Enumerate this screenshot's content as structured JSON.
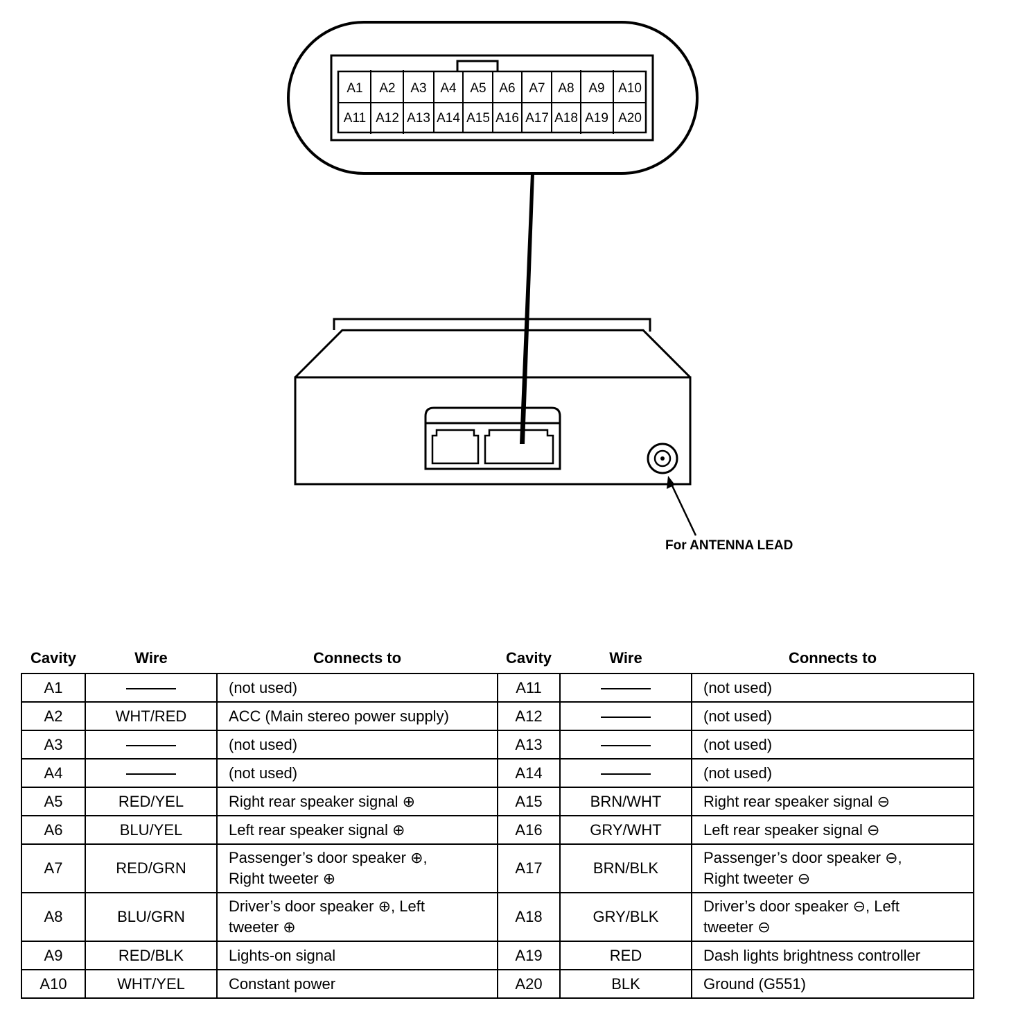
{
  "connector_pins": {
    "row1": [
      "A1",
      "A2",
      "A3",
      "A4",
      "A5",
      "A6",
      "A7",
      "A8",
      "A9",
      "A10"
    ],
    "row2": [
      "A11",
      "A12",
      "A13",
      "A14",
      "A15",
      "A16",
      "A17",
      "A18",
      "A19",
      "A20"
    ]
  },
  "antenna_label": "For ANTENNA LEAD",
  "table": {
    "headers": [
      "Cavity",
      "Wire",
      "Connects to",
      "Cavity",
      "Wire",
      "Connects to"
    ],
    "rows": [
      {
        "cav1": "A1",
        "wire1": "——",
        "conn1a": "(not used)",
        "conn1b": "",
        "cav2": "A11",
        "wire2": "——",
        "conn2a": "(not used)",
        "conn2b": ""
      },
      {
        "cav1": "A2",
        "wire1": "WHT/RED",
        "conn1a": "ACC (Main stereo power supply)",
        "conn1b": "",
        "cav2": "A12",
        "wire2": "——",
        "conn2a": "(not used)",
        "conn2b": ""
      },
      {
        "cav1": "A3",
        "wire1": "——",
        "conn1a": "(not used)",
        "conn1b": "",
        "cav2": "A13",
        "wire2": "——",
        "conn2a": "(not used)",
        "conn2b": ""
      },
      {
        "cav1": "A4",
        "wire1": "——",
        "conn1a": "(not used)",
        "conn1b": "",
        "cav2": "A14",
        "wire2": "——",
        "conn2a": "(not used)",
        "conn2b": ""
      },
      {
        "cav1": "A5",
        "wire1": "RED/YEL",
        "conn1a": "Right rear speaker signal ⊕",
        "conn1b": "",
        "cav2": "A15",
        "wire2": "BRN/WHT",
        "conn2a": "Right rear speaker signal ⊖",
        "conn2b": ""
      },
      {
        "cav1": "A6",
        "wire1": "BLU/YEL",
        "conn1a": "Left rear speaker signal ⊕",
        "conn1b": "",
        "cav2": "A16",
        "wire2": "GRY/WHT",
        "conn2a": "Left rear speaker signal ⊖",
        "conn2b": ""
      },
      {
        "cav1": "A7",
        "wire1": "RED/GRN",
        "conn1a": "Passenger’s door speaker ⊕,",
        "conn1b": "Right tweeter ⊕",
        "cav2": "A17",
        "wire2": "BRN/BLK",
        "conn2a": "Passenger’s door speaker ⊖,",
        "conn2b": "Right tweeter ⊖"
      },
      {
        "cav1": "A8",
        "wire1": "BLU/GRN",
        "conn1a": "Driver’s door speaker ⊕, Left",
        "conn1b": "tweeter ⊕",
        "cav2": "A18",
        "wire2": "GRY/BLK",
        "conn2a": "Driver’s door speaker ⊖, Left",
        "conn2b": "tweeter ⊖"
      },
      {
        "cav1": "A9",
        "wire1": "RED/BLK",
        "conn1a": "Lights-on signal",
        "conn1b": "",
        "cav2": "A19",
        "wire2": "RED",
        "conn2a": "Dash lights brightness controller",
        "conn2b": ""
      },
      {
        "cav1": "A10",
        "wire1": "WHT/YEL",
        "conn1a": "Constant power",
        "conn1b": "",
        "cav2": "A20",
        "wire2": "BLK",
        "conn2a": "Ground (G551)",
        "conn2b": ""
      }
    ]
  }
}
